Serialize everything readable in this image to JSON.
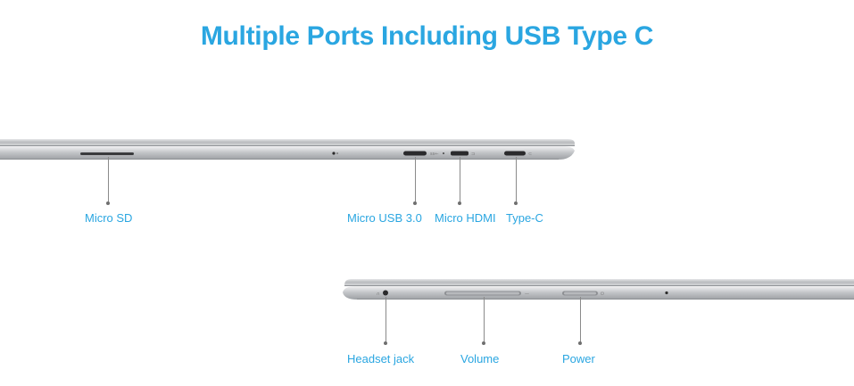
{
  "title": "Multiple Ports Including USB Type C",
  "top_view": {
    "labels": {
      "micro_sd": "Micro SD",
      "micro_usb": "Micro USB 3.0",
      "micro_hdmi": "Micro HDMI",
      "type_c": "Type-C"
    }
  },
  "bottom_view": {
    "labels": {
      "headset": "Headset jack",
      "volume": "Volume",
      "power": "Power"
    }
  },
  "colors": {
    "accent": "#2aa6e1",
    "chassis": "#bfc1c4"
  }
}
